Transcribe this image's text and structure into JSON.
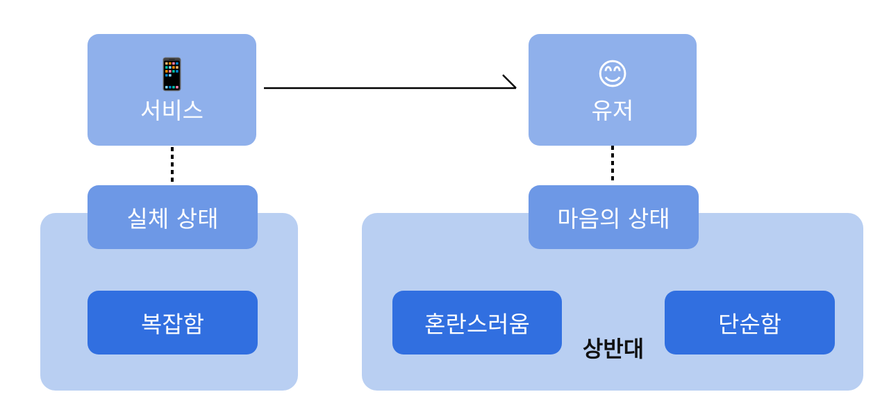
{
  "service": {
    "emoji": "📱",
    "label": "서비스"
  },
  "user": {
    "emoji": "😊",
    "label": "유저"
  },
  "left_group": {
    "header": "실체 상태",
    "item": "복잡함"
  },
  "right_group": {
    "header": "마음의 상태",
    "item_left": "혼란스러움",
    "item_right": "단순함",
    "relation_label": "상반대"
  },
  "colors": {
    "node": "#8fb0eb",
    "header": "#6d98e6",
    "item": "#316fe0",
    "container": "#b9cff2"
  }
}
